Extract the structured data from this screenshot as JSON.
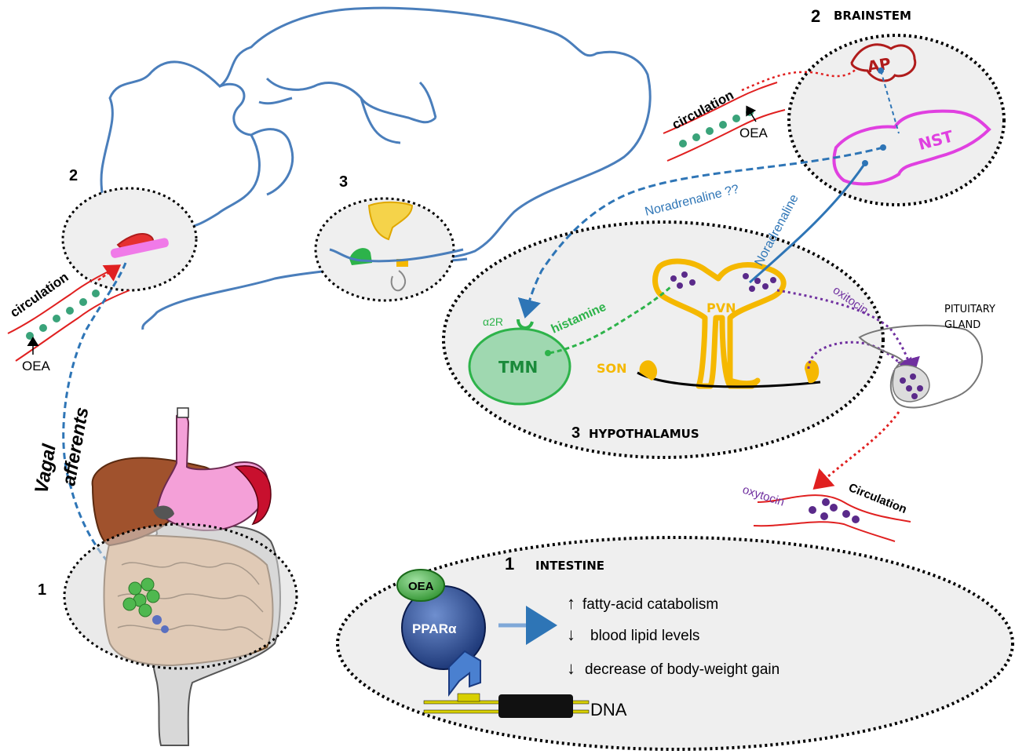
{
  "labels": {
    "num_2_left": "2",
    "num_3_brain": "3",
    "num_1_left": "1",
    "circulation_left": "circulation",
    "oea_left": "OEA",
    "vagal": "Vagal",
    "afferents": "afferents",
    "brainstem_num": "2",
    "brainstem": "BRAINSTEM",
    "ap": "AP",
    "nst": "NST",
    "circulation_top": "circulation",
    "oea_top": "OEA",
    "noradrenaline_q": "Noradrenaline ??",
    "noradrenaline": "Noradrenaline",
    "a2r": "α2R",
    "histamine": "histamine",
    "tmn": "TMN",
    "pvn": "PVN",
    "son": "SON",
    "oxitocin": "oxitocin",
    "pituitary_1": "PITUITARY",
    "pituitary_2": "GLAND",
    "hypothalamus_num": "3",
    "hypothalamus": "HYPOTHALAMUS",
    "oxytocin": "oxytocin",
    "circulation_right": "Circulation",
    "intestine_num": "1",
    "intestine": "INTESTINE",
    "oea_intestine": "OEA",
    "ppara": "PPARα",
    "effect_1": "fatty-acid catabolism",
    "effect_2": "blood lipid levels",
    "effect_3": "decrease of body-weight gain",
    "dna": "DNA",
    "arrow_up": "↑",
    "arrow_down_1": "↓",
    "arrow_down_2": "↓"
  },
  "colors": {
    "brain_outline": "#4a7ebb",
    "vessel": "#e02020",
    "oea_dot": "#3aa37a",
    "nst": "#e040e0",
    "ap": "#b01c1c",
    "noradrenaline": "#2e75b6",
    "histamine": "#2db34a",
    "tmn_fill": "#9fd8b0",
    "pvn": "#f5b800",
    "oxytocin": "#7030a0",
    "ppar": "#1f3a7a"
  }
}
